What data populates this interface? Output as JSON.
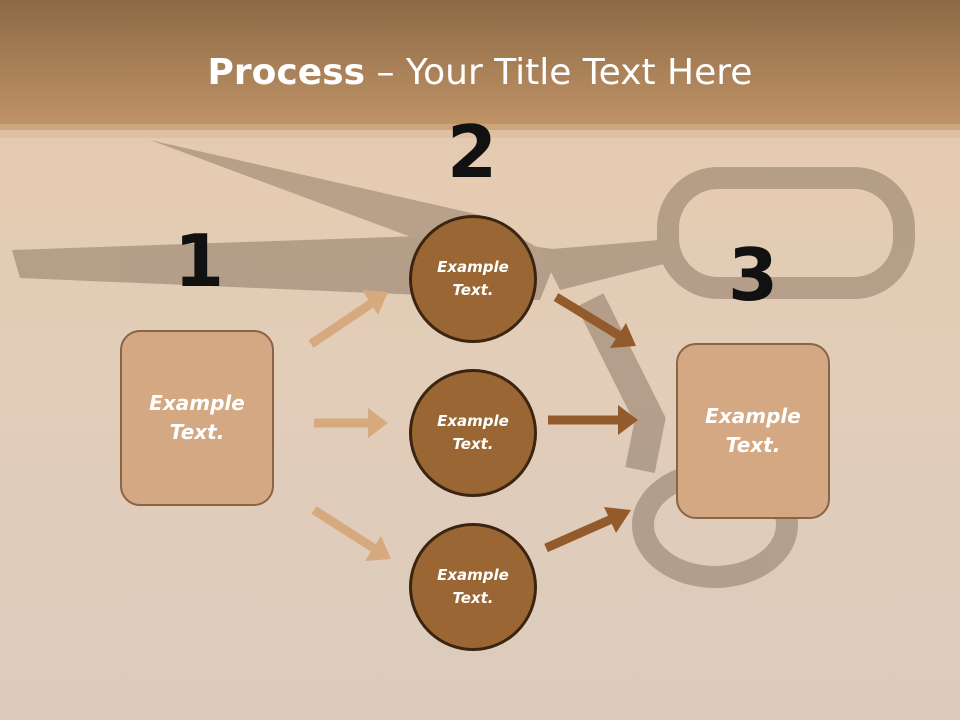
{
  "title": {
    "bold": "Process",
    "rest": " – Your Title Text Here"
  },
  "steps": [
    {
      "number": "1",
      "label": "Example\nText."
    },
    {
      "number": "2",
      "labels": [
        "Example\nText.",
        "Example\nText.",
        "Example\nText."
      ]
    },
    {
      "number": "3",
      "label": "Example\nText."
    }
  ],
  "colors": {
    "box_fill": "#d4a882",
    "circle_fill": "#9a6633",
    "arrow_light": "#d6a97f",
    "arrow_dark": "#935a2c"
  }
}
